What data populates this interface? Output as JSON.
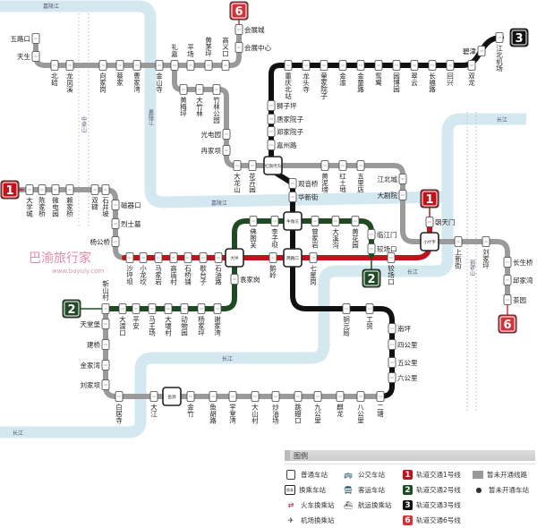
{
  "watermark": {
    "brand": "巴渝旅行家",
    "url": "www.bayuly.com"
  },
  "geo_labels": {
    "jialing_top": "嘉陵江",
    "jialing_mid": "嘉陵江",
    "jialing_low": "嘉陵江",
    "yangtze_ne": "长江",
    "yangtze_center": "长江",
    "yangtze_south": "长江",
    "yangtze_sw": "长江",
    "zhongliang": "中梁山",
    "tongluo": "铜锣山"
  },
  "lines": {
    "l1": {
      "badge": "1",
      "color": "#c0141c"
    },
    "l2": {
      "badge": "2",
      "color": "#1f4a24"
    },
    "l3": {
      "badge": "3",
      "color": "#111111"
    },
    "l6": {
      "badge": "6",
      "color": "#d2343c"
    },
    "future": {
      "color": "#9a9a9a"
    }
  },
  "stations": {
    "l6a": [
      "五路口",
      "天生",
      "北碚",
      "龙凤溪",
      "向家岗",
      "蔡家",
      "曹家湾",
      "金山寺",
      "礼嘉",
      "平场",
      "黄茅坪",
      "高义口",
      "会展中心",
      "会展城"
    ],
    "l6b": [
      "黄梅坪",
      "大竹林",
      "竹林公园",
      "光电园",
      "冉家坝",
      "大龙山",
      "花卉园",
      "黄泥塝",
      "红土地",
      "五里店",
      "江北城",
      "大剧院",
      "上新街",
      "刘家坪",
      "长生桥",
      "邱家湾",
      "茶园"
    ],
    "l3": [
      "江北机场",
      "碧津",
      "双龙",
      "回兴",
      "长福路",
      "翠云",
      "园博园",
      "鸳鸯",
      "金童路",
      "金渝",
      "童家院子",
      "龙头寺",
      "重庆北站",
      "狮子坪",
      "唐家院子",
      "郑家院子",
      "嘉州路",
      "观音桥",
      "华新街",
      "铜元局",
      "工贸",
      "南坪",
      "四公里",
      "五公里",
      "六公里",
      "二塘",
      "八公里",
      "麒龙",
      "九公里",
      "跳磴口",
      "炒油场",
      "大山村",
      "学堂湾",
      "鱼胡路",
      "金竹"
    ],
    "l1": [
      "大学城",
      "陈家桥",
      "微电园",
      "赖家桥",
      "双碑",
      "石井坡",
      "磁器口",
      "烈士墓",
      "杨公桥",
      "沙坪坝",
      "小龙坎",
      "马家岩",
      "高庙村",
      "石桥铺",
      "歇台子",
      "石油路",
      "鹅岭",
      "七星岗",
      "较场口",
      "朝天门"
    ],
    "l2": [
      "佛图关",
      "李子坝",
      "曾家岩",
      "大溪沟",
      "黄花园",
      "临江门",
      "较场口",
      "袁家岗",
      "谢家湾",
      "杨家坪",
      "动物园",
      "大堰村",
      "马王场",
      "平安",
      "大渡口",
      "新山村",
      "天堂堡",
      "建桥",
      "金家湾",
      "刘家坝",
      "白居寺",
      "大江"
    ]
  },
  "interchanges": [
    "红旗河沟",
    "牛角沱",
    "两路口",
    "大坪",
    "小什字",
    "鱼洞"
  ],
  "legend": {
    "title": "图例",
    "items": {
      "normal_station": "普通车站",
      "transfer_station": "换乘车站",
      "transfer_icon_text": "换乘",
      "train_transfer": "火车换乘站",
      "airport_transfer": "机场换乘站",
      "bus_stop": "公交车站",
      "coach_station": "客运车站",
      "ferry_transfer": "航运换乘站",
      "line1": "轨道交通1号线",
      "line2": "轨道交通2号线",
      "line3": "轨道交通3号线",
      "line6": "轨道交通6号线",
      "future_line": "暂未开通线路",
      "future_station": "暂未开通车站"
    }
  }
}
